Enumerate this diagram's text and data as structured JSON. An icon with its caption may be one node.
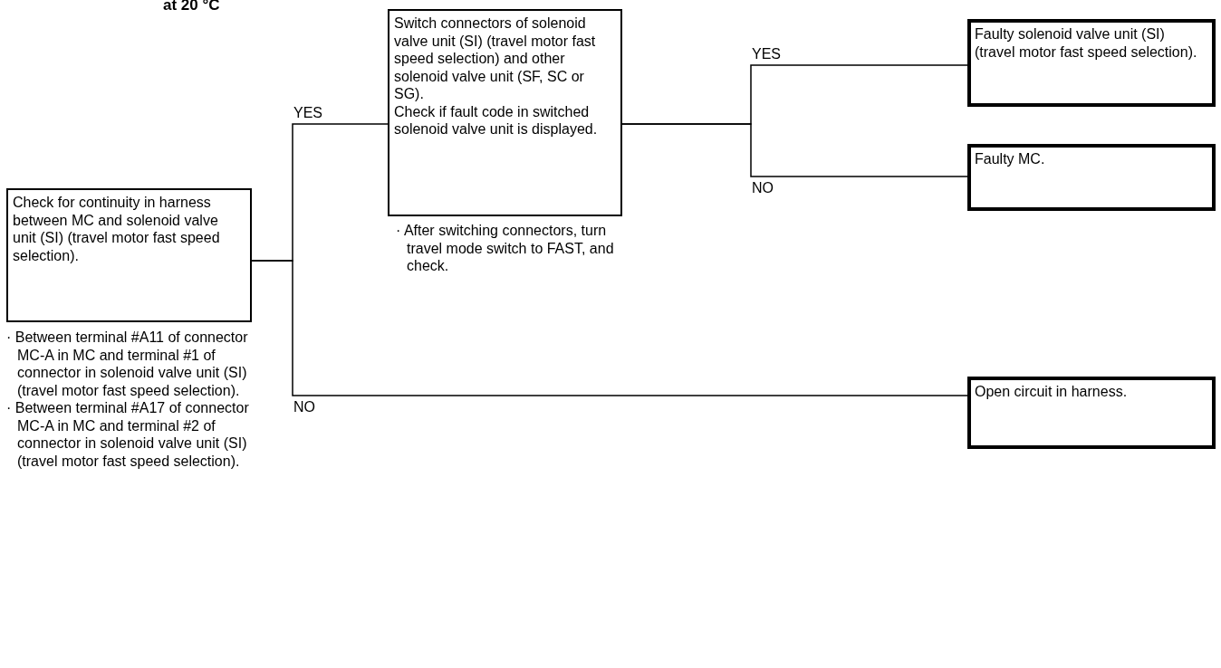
{
  "diagram": {
    "nodes": [
      {
        "text": [
          "Check for continuity in harness between MC and solenoid valve unit (SI) (travel motor fast speed selection)."
        ],
        "beside": [
          "· Between terminal #A11 of connector MC-A in MC and terminal #1 of connector in solenoid valve unit (SI) (travel motor fast speed selection).",
          "· Between terminal #A17 of connector MC-A in MC and terminal #2 of connector in solenoid valve unit (SI) (travel motor fast speed selection)."
        ]
      },
      {
        "text": [
          "Switch connectors of solenoid valve unit (SI) (travel motor fast speed selection) and other solenoid valve unit (SF, SC or SG).",
          "Check if fault code in switched solenoid valve unit is displayed."
        ],
        "beside": [
          "· After switching connectors, turn travel mode switch to FAST, and check."
        ]
      },
      {
        "text": [
          "Faulty solenoid valve unit (SI) (travel motor fast speed selection)."
        ]
      },
      {
        "text": [
          "Faulty MC."
        ]
      },
      {
        "text": [
          "Open circuit in harness."
        ]
      }
    ],
    "edges": [
      {
        "from": 0,
        "to": 1,
        "arrow": "none",
        "label": "YES"
      },
      {
        "from": 0,
        "to": 4,
        "arrow": "none",
        "label": "NO"
      },
      {
        "from": 1,
        "to": 2,
        "arrow": "none",
        "label": "YES"
      },
      {
        "from": 1,
        "to": 3,
        "arrow": "none",
        "label": "NO"
      }
    ],
    "labels": [
      "at 20 °C"
    ]
  }
}
